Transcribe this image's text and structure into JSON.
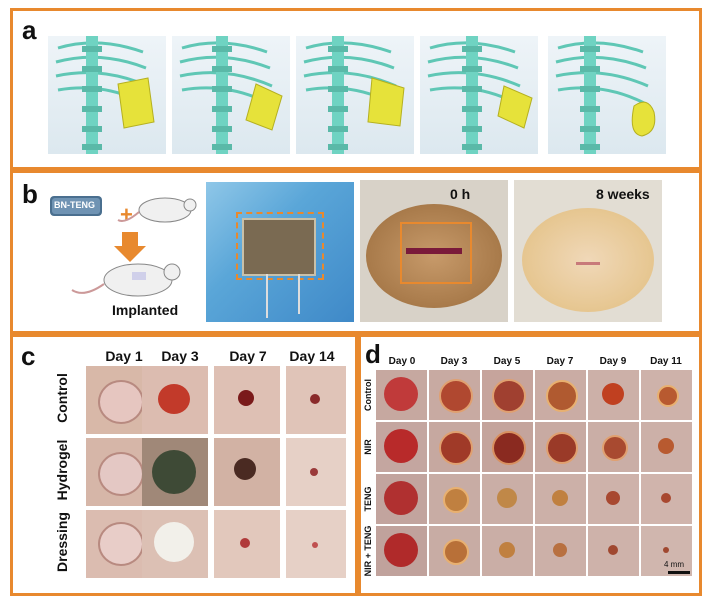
{
  "panels": {
    "a": {
      "label": "a"
    },
    "b": {
      "label": "b",
      "teng_label": "BN-TENG",
      "implanted_label": "Implanted",
      "time_0": "0 h",
      "time_8": "8 weeks"
    },
    "c": {
      "label": "c",
      "days": [
        "Day 1",
        "Day 3",
        "Day 7",
        "Day 14"
      ],
      "rows": [
        "Control",
        "Hydrogel",
        "Dressing"
      ]
    },
    "d": {
      "label": "d",
      "days": [
        "Day 0",
        "Day 3",
        "Day 5",
        "Day 7",
        "Day 9",
        "Day 11"
      ],
      "rows": [
        "Control",
        "NIR",
        "TENG",
        "NIR + TENG"
      ],
      "scale_bar": "4 mm"
    }
  },
  "colors": {
    "frame": "#e8892e",
    "vertebra": "#6fd3c2",
    "implant": "#e6e23a",
    "skin": "#d9b3a5",
    "wound": "#b8302a"
  }
}
